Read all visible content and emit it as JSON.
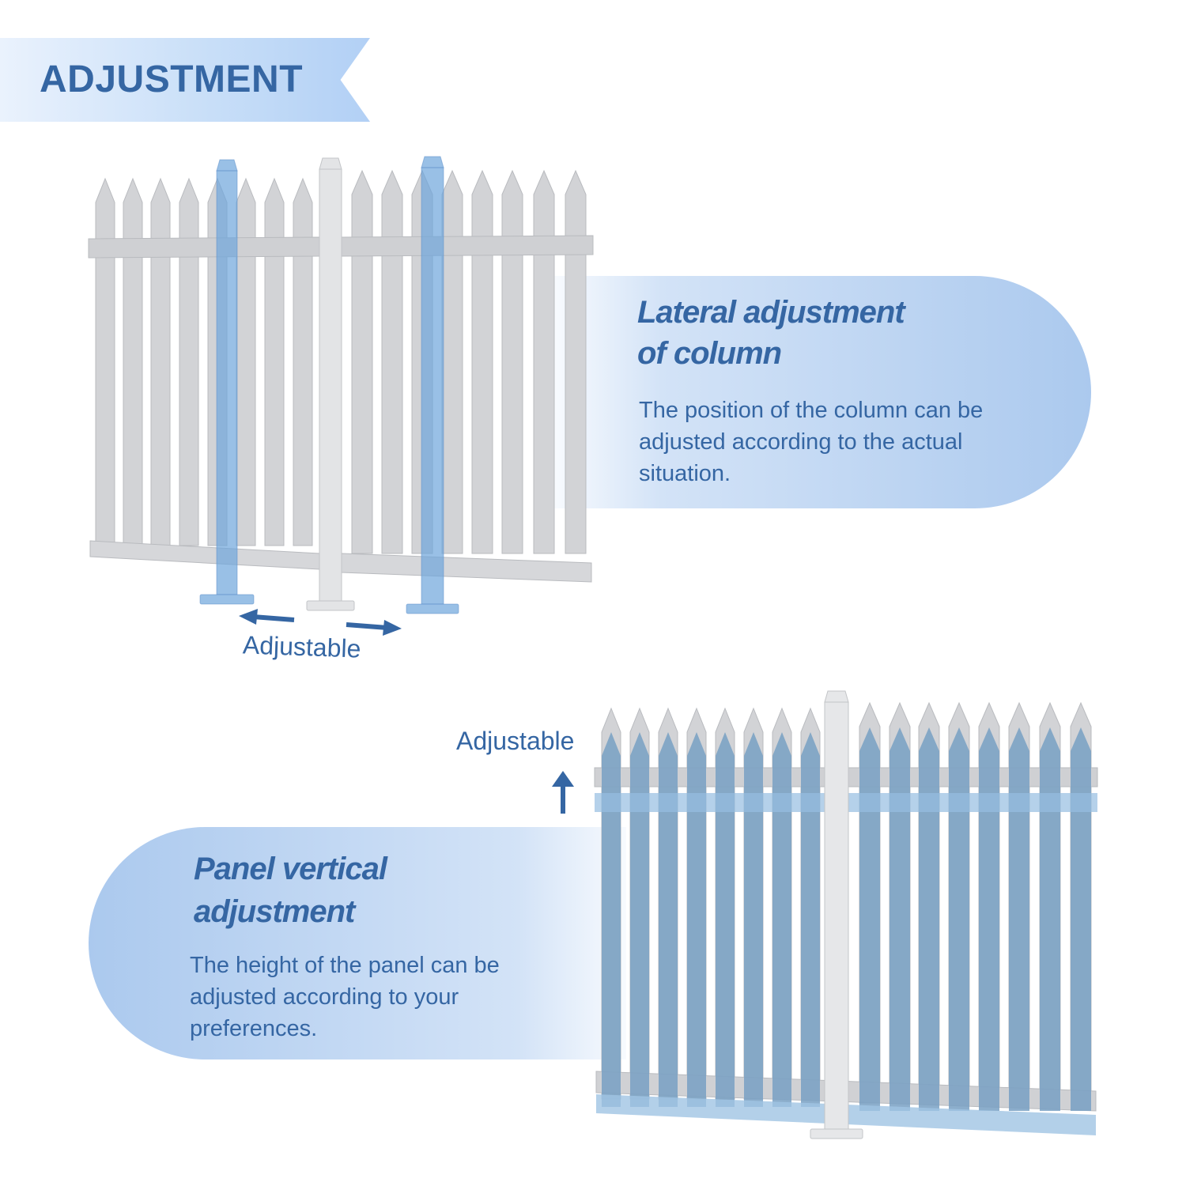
{
  "banner": {
    "title": "ADJUSTMENT"
  },
  "lateral": {
    "heading_line1": "Lateral adjustment",
    "heading_line2": "of column",
    "body_line1": "The position of the column can be",
    "body_line2": "adjusted according to the actual",
    "body_line3": "situation.",
    "adjustable_label": "Adjustable",
    "arrow_icons": [
      "arrow-left-icon",
      "arrow-right-icon"
    ]
  },
  "vertical": {
    "heading_line1": "Panel vertical",
    "heading_line2": "adjustment",
    "body_line1": "The height of the panel can be",
    "body_line2": "adjusted according to your",
    "body_line3": "preferences.",
    "adjustable_label": "Adjustable",
    "arrow_icons": [
      "arrow-up-icon"
    ]
  },
  "colors": {
    "accent": "#3566a3",
    "highlight_blue": "#7fb0e0",
    "fence_gray": "#d2d3d6"
  }
}
